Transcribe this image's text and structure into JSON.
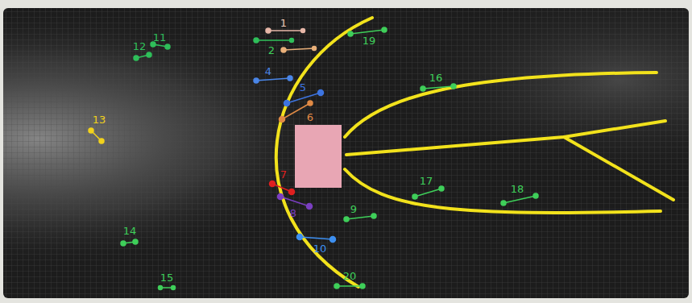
{
  "diagram": {
    "labels": [
      "1",
      "2",
      "4",
      "5",
      "6",
      "7",
      "8",
      "9",
      "10",
      "11",
      "12",
      "13",
      "14",
      "15",
      "16",
      "17",
      "18",
      "19",
      "20"
    ]
  }
}
